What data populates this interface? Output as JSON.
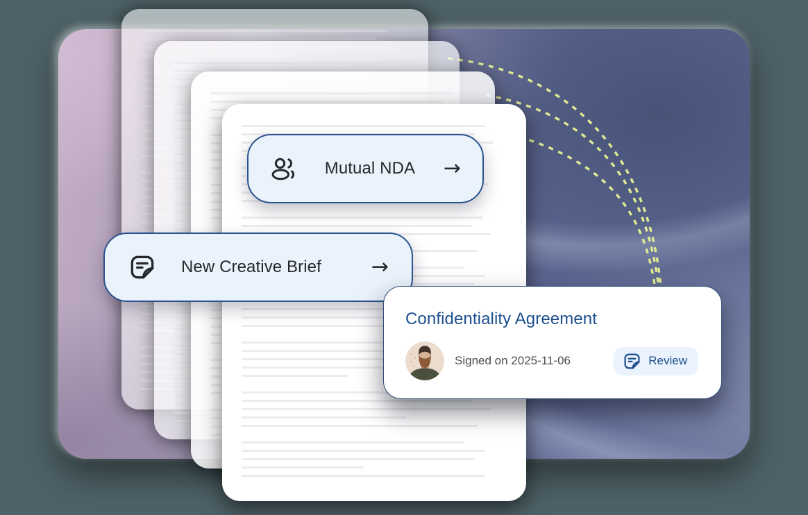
{
  "scene": {
    "description": "Stacked contract documents on gradient backdrop with action pills and signed-agreement card"
  },
  "pills": [
    {
      "id": "mutual-nda",
      "label": "Mutual NDA",
      "icon": "users-icon",
      "arrow": "→"
    },
    {
      "id": "new-creative-brief",
      "label": "New Creative Brief",
      "icon": "note-icon",
      "arrow": "→"
    }
  ],
  "agreement_card": {
    "title": "Confidentiality Agreement",
    "signed_text": "Signed on 2025-11-06",
    "signed_date": "2025-11-06",
    "review_label": "Review",
    "avatar": "bearded-man-photo"
  },
  "colors": {
    "canvas": "#4d6166",
    "pill_fill": "#eaf3fc",
    "pill_border": "#2b5290",
    "card_border": "#2e4d7d",
    "title_blue": "#1d4f8f",
    "review_blue": "#1d4e8d",
    "dashed_line": "#e0eb93",
    "text_dark": "#26282b",
    "text_gray": "#4a4d53"
  }
}
